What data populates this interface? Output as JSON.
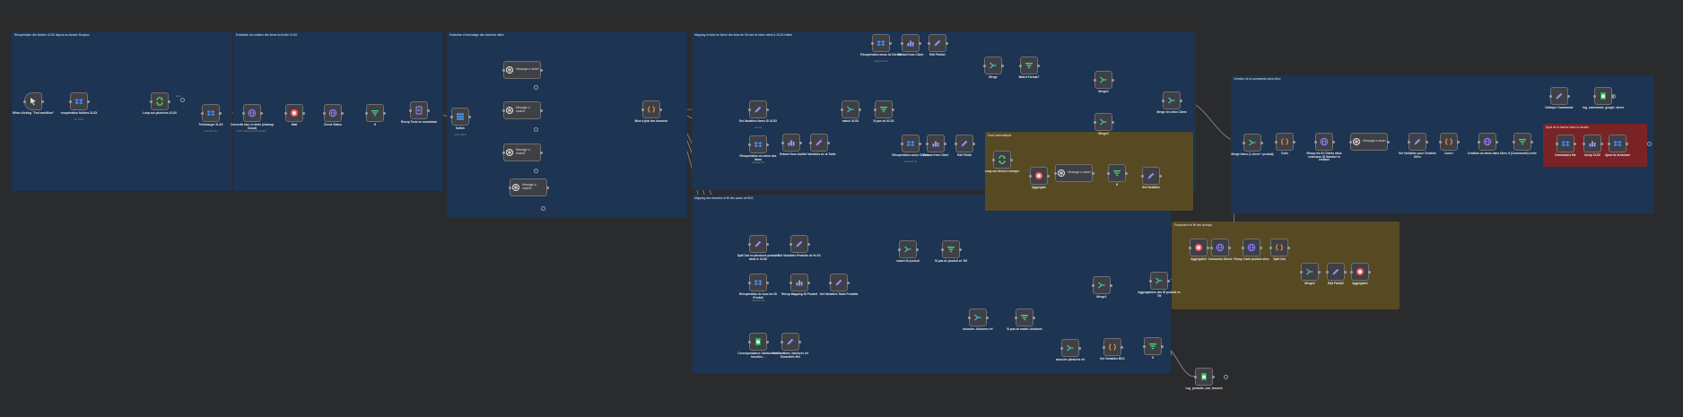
{
  "groups": [
    {
      "id": "g1",
      "title": "Récupération des fichiers XLSX depuis un dossier Dropbox",
      "color": "blue"
    },
    {
      "id": "g2",
      "title": "Extraction du contenu des items du fichier XLSX",
      "color": "blue"
    },
    {
      "id": "g3",
      "title": "Extraction et formatage des données utiles",
      "color": "blue"
    },
    {
      "id": "g4",
      "title": "Mapping et mise en forme des infos de l'IA vers le menu client & XLSX lettres",
      "color": "blue"
    },
    {
      "id": "g5",
      "title": "Mapping des données et fill des cases de BDC",
      "color": "blue"
    },
    {
      "id": "g6",
      "title": "Envoi automatique",
      "color": "yellow"
    },
    {
      "id": "g7",
      "title": "Préparation et fill des champs",
      "color": "yellow"
    },
    {
      "id": "g8",
      "title": "Création de la commande dans Ulrec",
      "color": "blue"
    },
    {
      "id": "g9",
      "title": "Ajout de la facture dans la dossier",
      "color": "red"
    }
  ],
  "nodes": [
    {
      "id": "n1",
      "icon": "cursor-icon",
      "label": "When clicking \"Test workflow\"",
      "sub": ""
    },
    {
      "id": "n2",
      "icon": "dropbox-icon",
      "label": "récupération fichiers XLSX",
      "sub": "list: folder"
    },
    {
      "id": "n3",
      "icon": "loop-icon",
      "label": "Loop sur plusieurs XLSX",
      "sub": ""
    },
    {
      "id": "n4",
      "icon": "dropbox-icon",
      "label": "Télécharger XLSX",
      "sub": "download: file"
    },
    {
      "id": "n5",
      "icon": "globe-icon",
      "label": "Convertit xlsx en texte (cleanup Cloud)",
      "sub": "POST: https://cloud.convertapi..."
    },
    {
      "id": "n6",
      "icon": "stop-icon",
      "label": "Wait",
      "sub": ""
    },
    {
      "id": "n7",
      "icon": "globe-icon",
      "label": "Check Status",
      "sub": ""
    },
    {
      "id": "n8",
      "icon": "filter-icon",
      "label": "If",
      "sub": ""
    },
    {
      "id": "n9",
      "icon": "doc-icon",
      "label": "Récup Texte en markdown",
      "sub": ""
    },
    {
      "id": "n10",
      "icon": "stack-icon",
      "label": "Switch",
      "sub": "mode: Rules"
    },
    {
      "id": "n11",
      "icon": "openai-icon",
      "label": "Message a model",
      "sub": "model: gpt-4o",
      "wide": "Message a model"
    },
    {
      "id": "n12",
      "icon": "openai-icon",
      "label": "Message a model1",
      "sub": "model: gpt-4o",
      "wide": "Message a model1"
    },
    {
      "id": "n13",
      "icon": "openai-icon",
      "label": "Message a model2",
      "sub": "model: gpt-4o",
      "wide": "Message a model2"
    },
    {
      "id": "n14",
      "icon": "openai-icon",
      "label": "Message a model3",
      "sub": "",
      "wide": "Message a model3"
    },
    {
      "id": "n15",
      "icon": "code-icon",
      "label": "Mise à plat des données",
      "sub": ""
    },
    {
      "id": "n16",
      "icon": "pencil-icon",
      "label": "Set Variables Items ID XLSX",
      "sub": "Item ID"
    },
    {
      "id": "n17",
      "icon": "dropbox-icon",
      "label": "Récupération du menu des items",
      "sub": "download: file"
    },
    {
      "id": "n18",
      "icon": "table-icon",
      "label": "Extract from xlsx",
      "sub": ""
    },
    {
      "id": "n19",
      "icon": "pencil-icon",
      "label": "Set Variables de la Table",
      "sub": ""
    },
    {
      "id": "n20",
      "icon": "merge-icon",
      "label": "match XLSX",
      "sub": ""
    },
    {
      "id": "n21",
      "icon": "filter-icon",
      "label": "Si pas de XLSX",
      "sub": ""
    },
    {
      "id": "n22",
      "icon": "dropbox-icon",
      "label": "Récupération menu IA Clientd",
      "sub": "download: file"
    },
    {
      "id": "n23",
      "icon": "table-icon",
      "label": "Extract from Client",
      "sub": ""
    },
    {
      "id": "n24",
      "icon": "pencil-icon",
      "label": "Edit Fields1",
      "sub": ""
    },
    {
      "id": "n25",
      "icon": "merge-icon",
      "label": "Merge",
      "sub": ""
    },
    {
      "id": "n26",
      "icon": "filter-icon",
      "label": "Match Format?",
      "sub": ""
    },
    {
      "id": "n27",
      "icon": "merge-icon",
      "label": "Merge2",
      "sub": ""
    },
    {
      "id": "n28",
      "icon": "merge-icon",
      "label": "Merge3",
      "sub": ""
    },
    {
      "id": "n29",
      "icon": "merge-icon",
      "label": "Merge les infos Client",
      "sub": ""
    },
    {
      "id": "n30",
      "icon": "dropbox-icon",
      "label": "Récupération menu Clients",
      "sub": "download: file"
    },
    {
      "id": "n31",
      "icon": "table-icon",
      "label": "Extract from Client",
      "sub": ""
    },
    {
      "id": "n32",
      "icon": "pencil-icon",
      "label": "Edit Fields",
      "sub": ""
    },
    {
      "id": "n33",
      "icon": "loop-icon",
      "label": "Loop sur items à envoyer",
      "sub": ""
    },
    {
      "id": "n34",
      "icon": "stop-icon",
      "label": "Aggregate",
      "sub": ""
    },
    {
      "id": "n35",
      "icon": "openai-icon",
      "label": "Message a model",
      "sub": "",
      "wide": "Message a model"
    },
    {
      "id": "n36",
      "icon": "filter-icon",
      "label": "If",
      "sub": ""
    },
    {
      "id": "n37",
      "icon": "pencil-icon",
      "label": "Set Variables",
      "sub": ""
    },
    {
      "id": "n38",
      "icon": "pencil-icon",
      "label": "Split Out en plusieurs produits dans le XLSX",
      "sub": ""
    },
    {
      "id": "n39",
      "icon": "pencil-icon",
      "label": "Set Variables Produits de XLSX",
      "sub": ""
    },
    {
      "id": "n40",
      "icon": "merge-icon",
      "label": "match ID produit",
      "sub": ""
    },
    {
      "id": "n41",
      "icon": "filter-icon",
      "label": "Si pas de produit en TM",
      "sub": ""
    },
    {
      "id": "n42",
      "icon": "dropbox-icon",
      "label": "Récupération de tous les ID Produit",
      "sub": "download: file"
    },
    {
      "id": "n43",
      "icon": "table-icon",
      "label": "Récup Mapping ID Produit",
      "sub": ""
    },
    {
      "id": "n44",
      "icon": "pencil-icon",
      "label": "Set Variables Table Produits",
      "sub": ""
    },
    {
      "id": "n45",
      "icon": "sheets-icon",
      "label": "Correspondance Jointures en fonction…",
      "sub": ""
    },
    {
      "id": "n46",
      "icon": "pencil-icon",
      "label": "Set Variables Jointures ref Essentiels Ref",
      "sub": ""
    },
    {
      "id": "n47",
      "icon": "merge-icon",
      "label": "associer Jointures ref",
      "sub": ""
    },
    {
      "id": "n48",
      "icon": "filter-icon",
      "label": "Si pas de match Jointures",
      "sub": ""
    },
    {
      "id": "n49",
      "icon": "merge-icon",
      "label": "associer jointures ref",
      "sub": ""
    },
    {
      "id": "n50",
      "icon": "merge-icon",
      "label": "Merge1",
      "sub": ""
    },
    {
      "id": "n51",
      "icon": "code-icon",
      "label": "Set Variables BDC",
      "sub": ""
    },
    {
      "id": "n52",
      "icon": "filter-icon",
      "label": "If",
      "sub": ""
    },
    {
      "id": "n53",
      "icon": "merge-icon",
      "label": "Aggregations des ID produit en TM",
      "sub": ""
    },
    {
      "id": "n54",
      "icon": "sheets-icon",
      "label": "Log_produits_non_trouves",
      "sub": ""
    },
    {
      "id": "n55",
      "icon": "stop-icon",
      "label": "Aggregate2",
      "sub": ""
    },
    {
      "id": "n56",
      "icon": "globe-icon",
      "label": "Connexion Ulrec2",
      "sub": ""
    },
    {
      "id": "n57",
      "icon": "globe-icon",
      "label": "Recup Carte produit ulrec",
      "sub": ""
    },
    {
      "id": "n58",
      "icon": "code-icon",
      "label": "Split Out",
      "sub": ""
    },
    {
      "id": "n59",
      "icon": "merge-icon",
      "label": "Merge4",
      "sub": ""
    },
    {
      "id": "n60",
      "icon": "pencil-icon",
      "label": "Edit Fields2",
      "sub": ""
    },
    {
      "id": "n61",
      "icon": "stop-icon",
      "label": "Aggregate1",
      "sub": ""
    },
    {
      "id": "n62",
      "icon": "merge-icon",
      "label": "Merge Items (1 client + produit)",
      "sub": ""
    },
    {
      "id": "n63",
      "icon": "code-icon",
      "label": "Code",
      "sub": ""
    },
    {
      "id": "n64",
      "icon": "globe-icon",
      "label": "Récup les ID Clients dans extension ID Nombre la création",
      "sub": ""
    },
    {
      "id": "n65",
      "icon": "openai-icon",
      "label": "Message a model",
      "sub": "",
      "wide": "Message a model"
    },
    {
      "id": "n66",
      "icon": "pencil-icon",
      "label": "Set Variables pour Création Ulrec",
      "sub": ""
    },
    {
      "id": "n67",
      "icon": "code-icon",
      "label": "Code1",
      "sub": ""
    },
    {
      "id": "n68",
      "icon": "globe-icon",
      "label": "Création du devis dans Ulrec",
      "sub": ""
    },
    {
      "id": "n69",
      "icon": "filter-icon",
      "label": "If (Commande) créée",
      "sub": ""
    },
    {
      "id": "n70",
      "icon": "pencil-icon",
      "label": "Nettoyer Commande",
      "sub": ""
    },
    {
      "id": "n71",
      "icon": "sheets-icon",
      "label": "log_commande_google_sheet",
      "sub": ""
    },
    {
      "id": "n72",
      "icon": "dropbox-icon",
      "label": "Download a file",
      "sub": ""
    },
    {
      "id": "n73",
      "icon": "table-icon",
      "label": "Unzip XLSX",
      "sub": ""
    },
    {
      "id": "n74",
      "icon": "dropbox-icon",
      "label": "Ajout de la facture",
      "sub": ""
    }
  ],
  "edge_labels": {
    "e_done": "done"
  }
}
